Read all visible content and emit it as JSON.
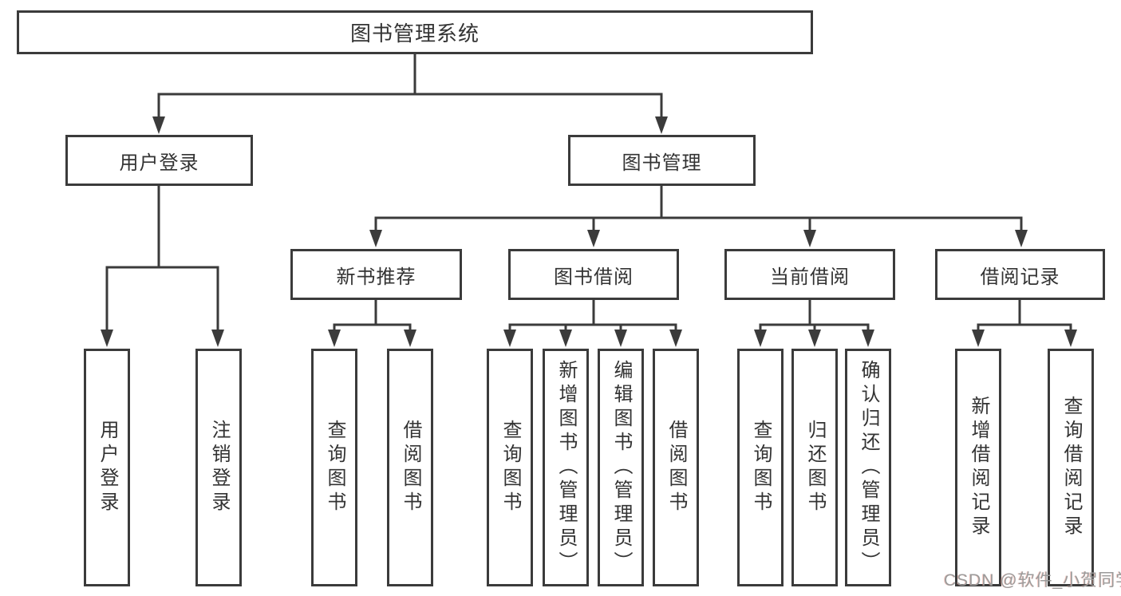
{
  "diagram_title": "图书管理系统",
  "nodes": {
    "root": {
      "label": "图书管理系统"
    },
    "user_login": {
      "label": "用户登录"
    },
    "book_mgmt": {
      "label": "图书管理"
    },
    "new_book_rec": {
      "label": "新书推荐"
    },
    "book_borrow": {
      "label": "图书借阅"
    },
    "current_borrow": {
      "label": "当前借阅"
    },
    "borrow_records": {
      "label": "借阅记录"
    },
    "leaf_user_login": {
      "label": "用户登录"
    },
    "leaf_logout": {
      "label": "注销登录"
    },
    "leaf_query_books_1": {
      "label": "查询图书"
    },
    "leaf_borrow_books_1": {
      "label": "借阅图书"
    },
    "leaf_query_books_2": {
      "label": "查询图书"
    },
    "leaf_add_books": {
      "label": "新增图书（管理员）"
    },
    "leaf_edit_books": {
      "label": "编辑图书（管理员）"
    },
    "leaf_borrow_books_2": {
      "label": "借阅图书"
    },
    "leaf_query_books_3": {
      "label": "查询图书"
    },
    "leaf_return_books": {
      "label": "归还图书"
    },
    "leaf_confirm_return": {
      "label": "确认归还（管理员）"
    },
    "leaf_add_record": {
      "label": "新增借阅记录"
    },
    "leaf_query_record": {
      "label": "查询借阅记录"
    }
  },
  "edges": [
    {
      "from": "图书管理系统",
      "to": [
        "用户登录",
        "图书管理"
      ]
    },
    {
      "from": "用户登录",
      "to": [
        "用户登录",
        "注销登录"
      ]
    },
    {
      "from": "图书管理",
      "to": [
        "新书推荐",
        "图书借阅",
        "当前借阅",
        "借阅记录"
      ]
    },
    {
      "from": "新书推荐",
      "to": [
        "查询图书",
        "借阅图书"
      ]
    },
    {
      "from": "图书借阅",
      "to": [
        "查询图书",
        "新增图书（管理员）",
        "编辑图书（管理员）",
        "借阅图书"
      ]
    },
    {
      "from": "当前借阅",
      "to": [
        "查询图书",
        "归还图书",
        "确认归还（管理员）"
      ]
    },
    {
      "from": "借阅记录",
      "to": [
        "新增借阅记录",
        "查询借阅记录"
      ]
    }
  ],
  "watermark": {
    "text": "CSDN @软件_小贺同学"
  },
  "colors": {
    "line": "#3b3b3b",
    "text": "#333333",
    "background": "#ffffff",
    "watermark": "#9b9b9b"
  }
}
